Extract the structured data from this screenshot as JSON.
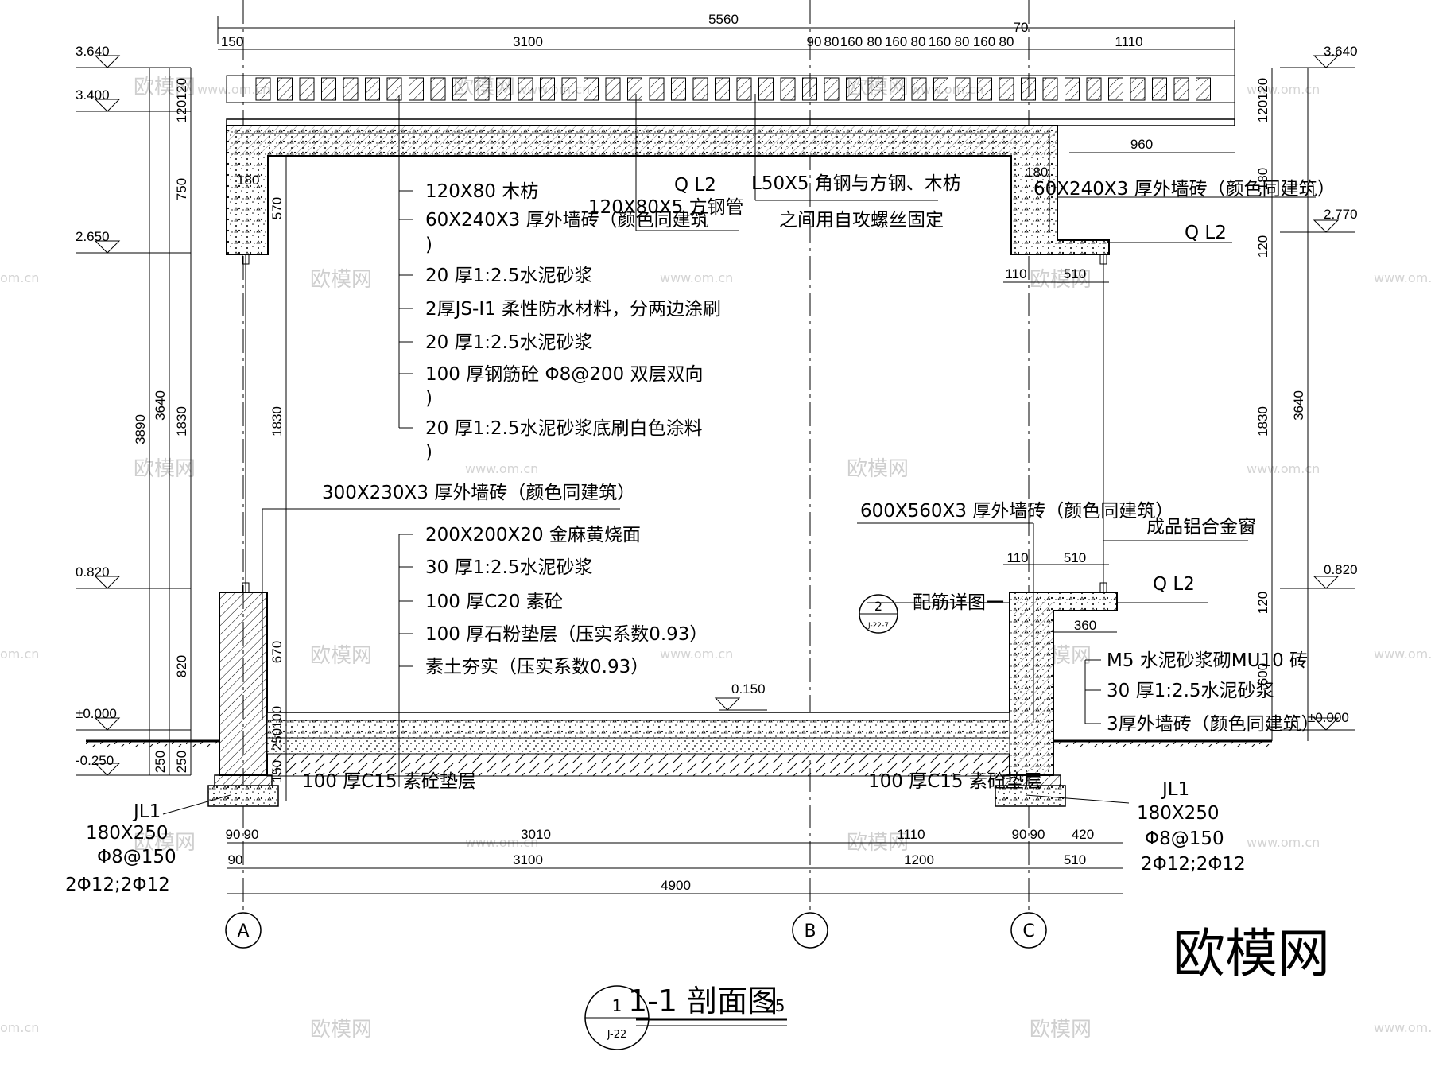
{
  "title": {
    "main": "1-1 剖面图",
    "scale": "25",
    "ref_num": "1",
    "ref_sheet": "J-22"
  },
  "watermark": {
    "brand": "欧模网",
    "url": "www.om.cn",
    "url_short": "om.cn",
    "logo": "欧模网"
  },
  "levels": {
    "l3640": "3.640",
    "l3400": "3.400",
    "l2650": "2.650",
    "l2770": "2.770",
    "l0820": "0.820",
    "l0000": "±0.000",
    "lm0250": "-0.250",
    "l0150": "0.150"
  },
  "top_dims": {
    "total": "5560",
    "row": [
      "150",
      "3100",
      "90",
      "80",
      "160",
      "80",
      "160",
      "80",
      "160",
      "80",
      "160",
      "80",
      "70",
      "1110"
    ],
    "d960": "960"
  },
  "left_dims": {
    "d120a": "120",
    "d120b": "120",
    "d750": "750",
    "d3890": "3890",
    "d3640": "3640",
    "d1830": "1830",
    "d820": "820",
    "d250a": "250",
    "d250b": "250",
    "d570": "570",
    "d1830i": "1830",
    "d670": "670",
    "d100": "100",
    "d250c": "250",
    "d150": "150"
  },
  "right_dims": {
    "d120a": "120",
    "d120b": "120",
    "d180": "180",
    "d120c": "120",
    "d1830": "1830",
    "d3640": "3640",
    "d120d": "120",
    "d600": "600",
    "d180i": "180",
    "d110a": "110",
    "d510a": "510",
    "d110b": "110",
    "d510b": "510",
    "d360": "360"
  },
  "bottom_dims": {
    "r1": [
      "90",
      "90",
      "3010",
      "1110",
      "90",
      "90",
      "420"
    ],
    "r2": [
      "90",
      "3100",
      "1200",
      "510"
    ],
    "r3": "4900"
  },
  "axes": [
    "A",
    "B",
    "C"
  ],
  "roof_notes": [
    "120X80  木枋",
    "60X240X3   厚外墙砖（颜色同建筑",
    ")",
    "20 厚1:2.5水泥砂浆",
    "2厚JS-I1 柔性防水材料，分两边涂刷",
    "20 厚1:2.5水泥砂浆",
    "100 厚钢筋砼  Φ8@200  双层双向",
    ")",
    "20 厚1:2.5水泥砂浆底刷白色涂料",
    ")"
  ],
  "roof_notes_right": {
    "q": "Q    L2",
    "angle": "L50X5  角钢与方钢、木枋",
    "fix": "之间用自攻螺丝固定",
    "tube": "120X80X5   方钢管",
    "right_tile": "60X240X3   厚外墙砖（颜色同建筑）",
    "q2": "Q    L2"
  },
  "wall_notes": {
    "left_tile": "300X230X3    厚外墙砖（颜色同建筑）",
    "right_tile": "600X560X3    厚外墙砖（颜色同建筑）",
    "window": "成品铝合金窗",
    "q3": "Q    L2",
    "detail": "配筋详图一",
    "detail_num": "2",
    "detail_sheet": "J-22-7"
  },
  "floor_notes": [
    "200X200X20    金麻黄烧面",
    "30 厚1:2.5水泥砂浆",
    "100 厚C20 素砼",
    "100 厚石粉垫层（压实系数0.93）",
    "素土夯实（压实系数0.93）"
  ],
  "sill_notes": [
    "M5 水泥砂浆砌MU10 砖",
    "30 厚1:2.5水泥砂浆",
    "3厚外墙砖（颜色同建筑）"
  ],
  "base_notes": {
    "left": "100 厚C15 素砼垫层",
    "right": "100 厚C15 素砼垫层"
  },
  "beam_left": [
    "JL1",
    "180X250",
    "Φ8@150",
    "2Φ12;2Φ12"
  ],
  "beam_right": [
    "JL1",
    "180X250",
    "Φ8@150",
    "2Φ12;2Φ12"
  ]
}
